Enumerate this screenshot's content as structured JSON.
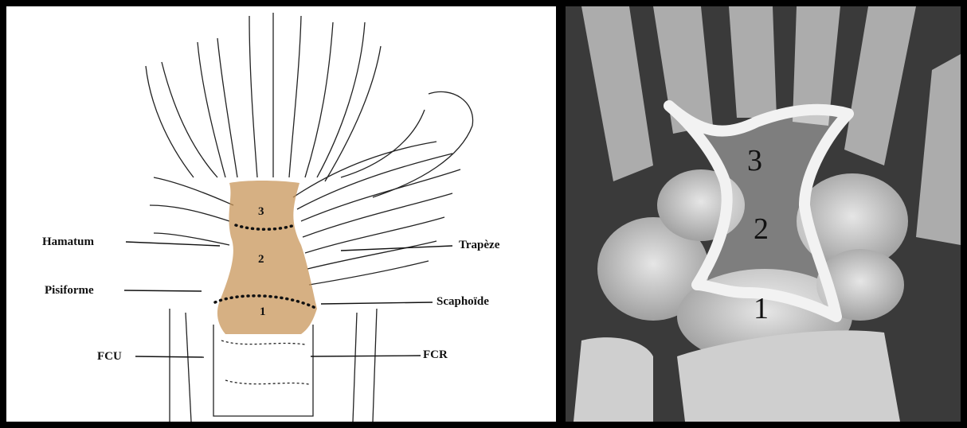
{
  "labels": {
    "hamatum": "Hamatum",
    "pisiforme": "Pisiforme",
    "fcu": "FCU",
    "trapeze": "Trapèze",
    "scaphoide": "Scaphoïde",
    "fcr": "FCR"
  },
  "zones": {
    "z1": "1",
    "z2": "2",
    "z3": "3"
  },
  "xray_zones": {
    "z1": "1",
    "z2": "2",
    "z3": "3"
  },
  "colors": {
    "zone_fill": "#c8955a",
    "outline": "#f2f2f2",
    "ink": "#222222"
  }
}
